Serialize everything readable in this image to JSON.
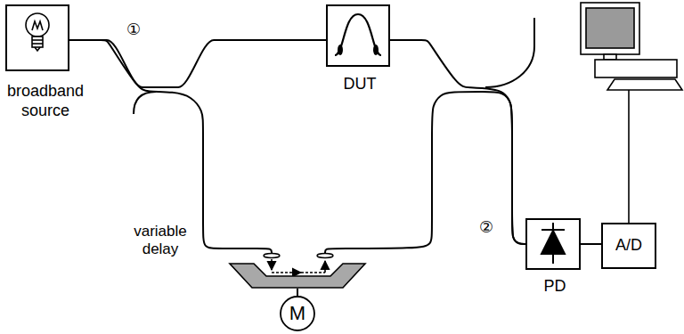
{
  "diagram": {
    "nodes": [
      {
        "text": [
          "broadband source"
        ]
      },
      {
        "text": [
          "DUT"
        ]
      },
      {
        "text": [
          "variable delay"
        ]
      },
      {
        "text": [
          "PD"
        ]
      },
      {
        "text": [
          "A/D"
        ]
      },
      {
        "text": [
          "M"
        ]
      }
    ],
    "edges": [
      {
        "from": 0,
        "to": 1,
        "arrow": "none"
      },
      {
        "from": 0,
        "to": 2,
        "arrow": "none"
      },
      {
        "from": 1,
        "to": 3,
        "arrow": "none"
      },
      {
        "from": 2,
        "to": 3,
        "arrow": "none"
      },
      {
        "from": 3,
        "to": 4,
        "arrow": "none"
      },
      {
        "from": 2,
        "to": 5,
        "arrow": "none"
      }
    ],
    "labels": [
      "①",
      "②"
    ]
  }
}
